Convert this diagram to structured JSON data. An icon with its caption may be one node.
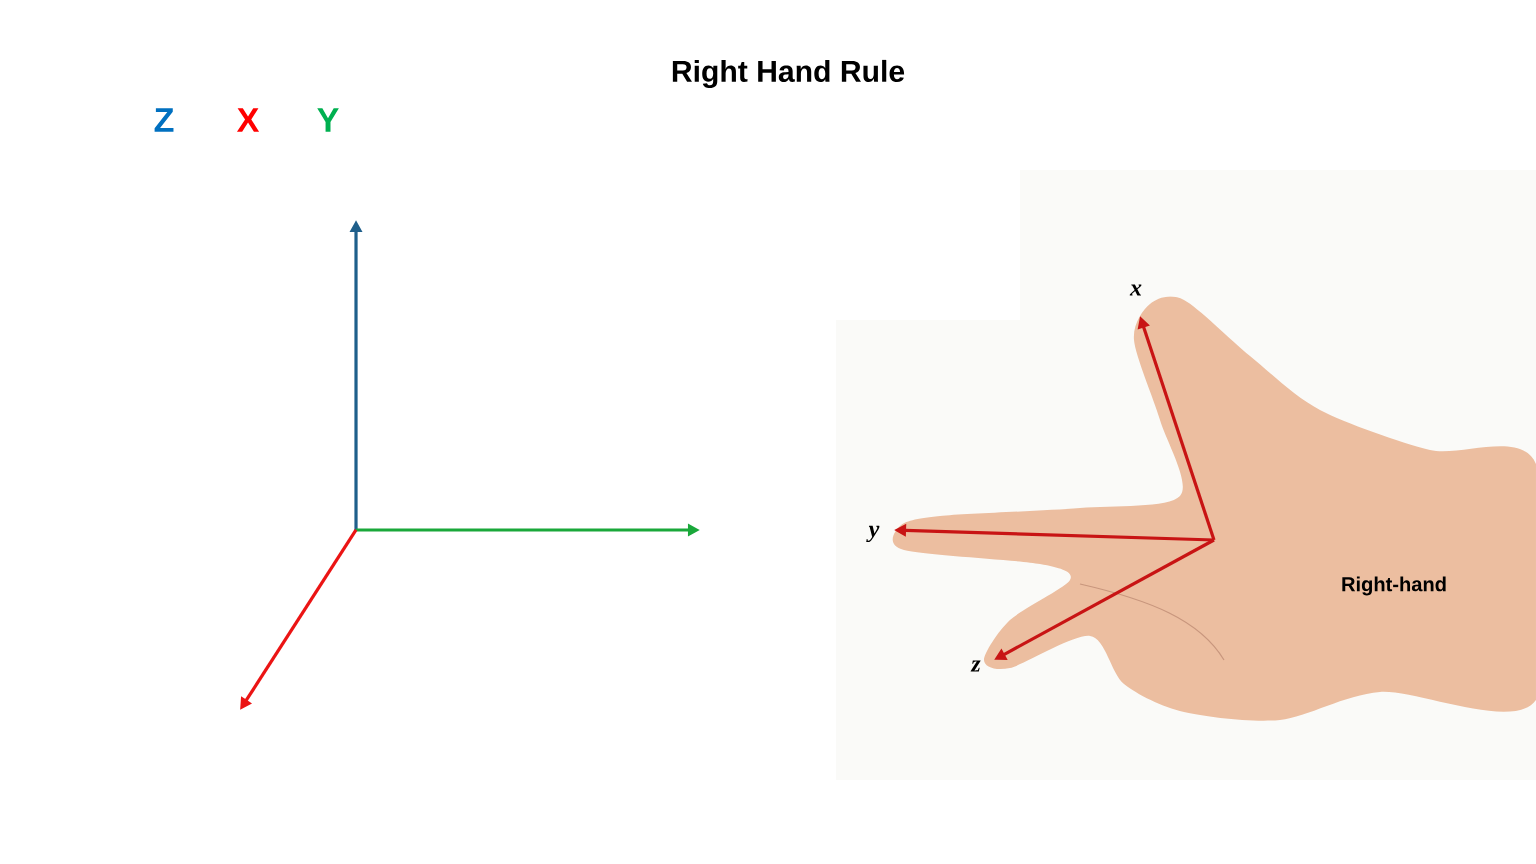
{
  "diagram": {
    "title": "Right Hand Rule",
    "labels": [
      "Z",
      "X",
      "Y",
      "x",
      "y",
      "z",
      "Right-hand"
    ]
  }
}
